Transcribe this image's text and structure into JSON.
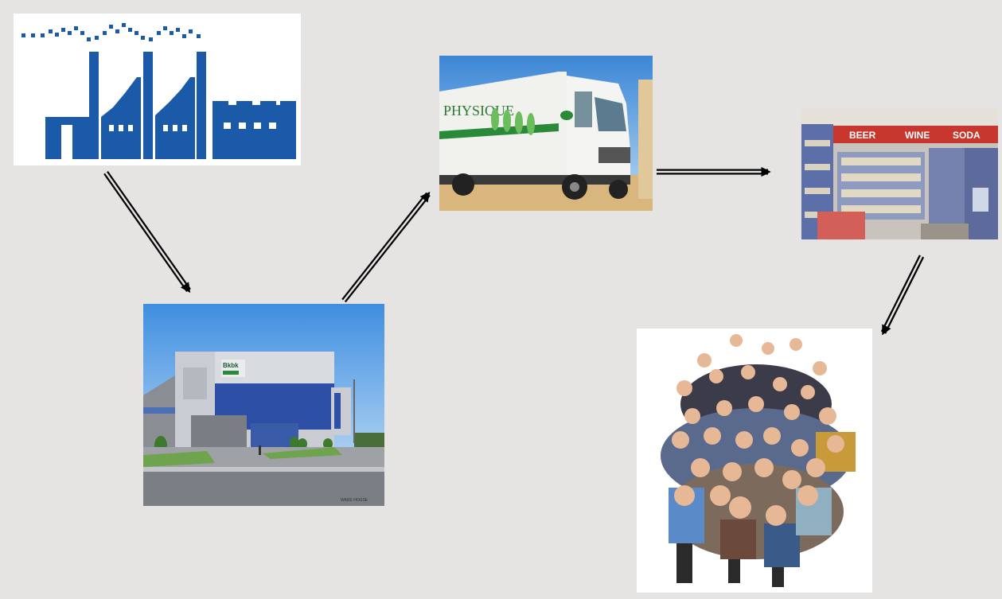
{
  "diagram": {
    "kind": "supply-chain-flow",
    "nodes": [
      {
        "id": "factory",
        "icon": "factory-icon"
      },
      {
        "id": "warehouse",
        "icon": "warehouse-building-image"
      },
      {
        "id": "truck",
        "icon": "delivery-truck-image"
      },
      {
        "id": "store",
        "icon": "retail-store-image"
      },
      {
        "id": "consumers",
        "icon": "crowd-of-people-image"
      }
    ],
    "edges": [
      {
        "from": "factory",
        "to": "warehouse"
      },
      {
        "from": "warehouse",
        "to": "truck"
      },
      {
        "from": "truck",
        "to": "store"
      },
      {
        "from": "store",
        "to": "consumers"
      }
    ],
    "colors": {
      "background": "#e6e3e3",
      "factory_blue": "#1a5aa8",
      "arrow": "#000000"
    }
  },
  "truck": {
    "trailer_text": "PHYSIQUE"
  },
  "warehouse": {
    "sign_text": "Bkbk",
    "credit_text": "WARE HOUSE"
  },
  "store": {
    "signs": [
      "BEER",
      "WINE",
      "SODA"
    ]
  }
}
